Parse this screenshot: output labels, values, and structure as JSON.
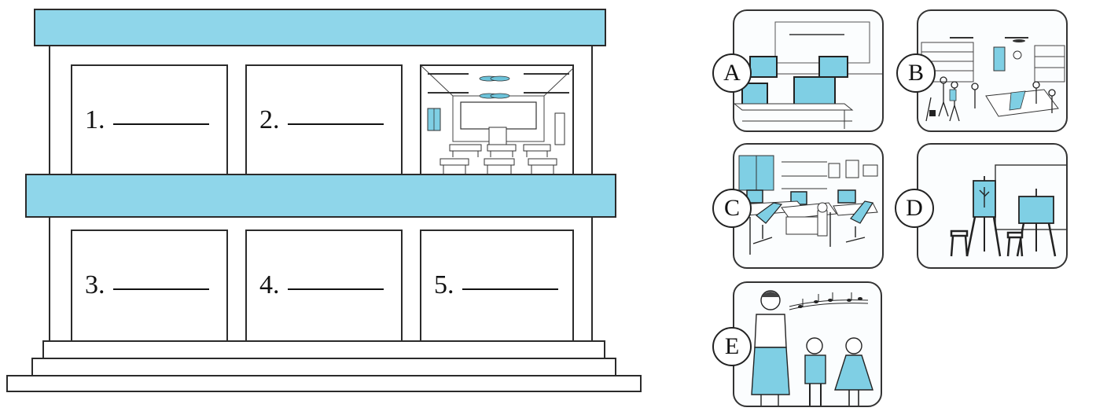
{
  "building": {
    "rooms": [
      {
        "number": "1.",
        "position": "upper-left"
      },
      {
        "number": "2.",
        "position": "upper-middle"
      },
      {
        "number": "3.",
        "position": "lower-left"
      },
      {
        "number": "4.",
        "position": "lower-middle"
      },
      {
        "number": "5.",
        "position": "lower-right"
      }
    ],
    "example_room": "classroom"
  },
  "options": [
    {
      "letter": "A",
      "icon": "computer-room-icon"
    },
    {
      "letter": "B",
      "icon": "library-icon"
    },
    {
      "letter": "C",
      "icon": "office-icon"
    },
    {
      "letter": "D",
      "icon": "art-room-icon"
    },
    {
      "letter": "E",
      "icon": "music-room-icon"
    }
  ],
  "colors": {
    "accent": "#8fd6ea",
    "line": "#2b2b2b"
  }
}
